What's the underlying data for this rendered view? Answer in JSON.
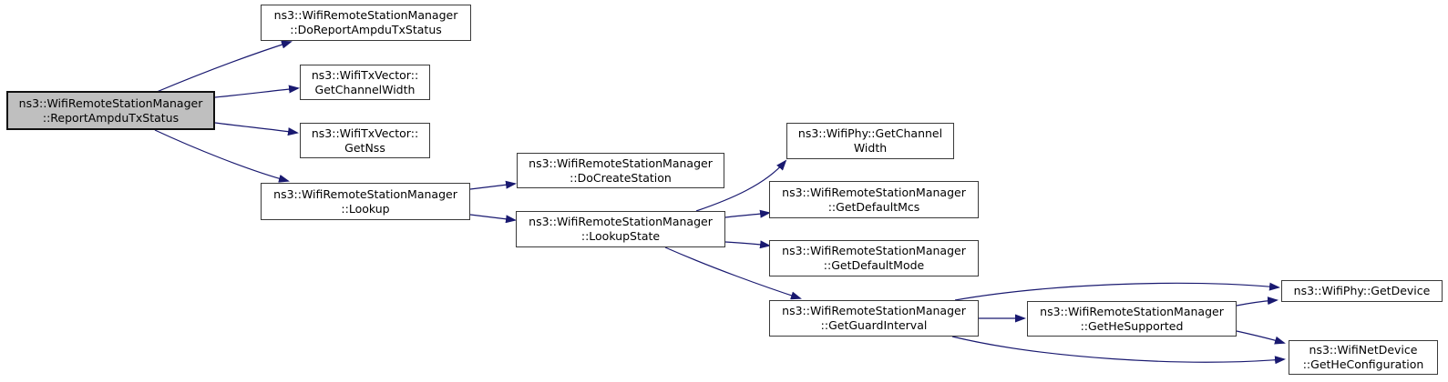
{
  "diagram": {
    "kind": "doxygen-call-graph",
    "root_function": "ns3::WifiRemoteStationManager::ReportAmpduTxStatus",
    "colors": {
      "edge": "#191970",
      "node_background": "#ffffff",
      "node_border": "#3a3a3a",
      "highlight_background": "#bfbfbf",
      "highlight_border": "#101010",
      "text": "#000000",
      "page_background": "#ffffff"
    },
    "nodes": [
      {
        "id": "ReportAmpduTxStatus",
        "label_lines": [
          "ns3::WifiRemoteStationManager",
          "::ReportAmpduTxStatus"
        ],
        "highlight": true
      },
      {
        "id": "DoReportAmpduTxStatus",
        "label_lines": [
          "ns3::WifiRemoteStationManager",
          "::DoReportAmpduTxStatus"
        ],
        "highlight": false
      },
      {
        "id": "WifiTxVector_GetChannelWidth",
        "label_lines": [
          "ns3::WifiTxVector::",
          "GetChannelWidth"
        ],
        "highlight": false
      },
      {
        "id": "WifiTxVector_GetNss",
        "label_lines": [
          "ns3::WifiTxVector::",
          "GetNss"
        ],
        "highlight": false
      },
      {
        "id": "Lookup",
        "label_lines": [
          "ns3::WifiRemoteStationManager",
          "::Lookup"
        ],
        "highlight": false
      },
      {
        "id": "DoCreateStation",
        "label_lines": [
          "ns3::WifiRemoteStationManager",
          "::DoCreateStation"
        ],
        "highlight": false
      },
      {
        "id": "LookupState",
        "label_lines": [
          "ns3::WifiRemoteStationManager",
          "::LookupState"
        ],
        "highlight": false
      },
      {
        "id": "WifiPhy_GetChannelWidth",
        "label_lines": [
          "ns3::WifiPhy::GetChannel",
          "Width"
        ],
        "highlight": false
      },
      {
        "id": "GetDefaultMcs",
        "label_lines": [
          "ns3::WifiRemoteStationManager",
          "::GetDefaultMcs"
        ],
        "highlight": false
      },
      {
        "id": "GetDefaultMode",
        "label_lines": [
          "ns3::WifiRemoteStationManager",
          "::GetDefaultMode"
        ],
        "highlight": false
      },
      {
        "id": "GetGuardInterval",
        "label_lines": [
          "ns3::WifiRemoteStationManager",
          "::GetGuardInterval"
        ],
        "highlight": false
      },
      {
        "id": "GetHeSupported",
        "label_lines": [
          "ns3::WifiRemoteStationManager",
          "::GetHeSupported"
        ],
        "highlight": false
      },
      {
        "id": "WifiPhy_GetDevice",
        "label_lines": [
          "ns3::WifiPhy::GetDevice"
        ],
        "highlight": false
      },
      {
        "id": "WifiNetDevice_GetHeConfiguration",
        "label_lines": [
          "ns3::WifiNetDevice",
          "::GetHeConfiguration"
        ],
        "highlight": false
      }
    ],
    "edges": [
      {
        "from": "ReportAmpduTxStatus",
        "to": "DoReportAmpduTxStatus"
      },
      {
        "from": "ReportAmpduTxStatus",
        "to": "WifiTxVector_GetChannelWidth"
      },
      {
        "from": "ReportAmpduTxStatus",
        "to": "WifiTxVector_GetNss"
      },
      {
        "from": "ReportAmpduTxStatus",
        "to": "Lookup"
      },
      {
        "from": "Lookup",
        "to": "DoCreateStation"
      },
      {
        "from": "Lookup",
        "to": "LookupState"
      },
      {
        "from": "LookupState",
        "to": "WifiPhy_GetChannelWidth"
      },
      {
        "from": "LookupState",
        "to": "GetDefaultMcs"
      },
      {
        "from": "LookupState",
        "to": "GetDefaultMode"
      },
      {
        "from": "LookupState",
        "to": "GetGuardInterval"
      },
      {
        "from": "GetGuardInterval",
        "to": "GetHeSupported"
      },
      {
        "from": "GetGuardInterval",
        "to": "WifiPhy_GetDevice"
      },
      {
        "from": "GetGuardInterval",
        "to": "WifiNetDevice_GetHeConfiguration"
      },
      {
        "from": "GetHeSupported",
        "to": "WifiPhy_GetDevice"
      },
      {
        "from": "GetHeSupported",
        "to": "WifiNetDevice_GetHeConfiguration"
      }
    ]
  }
}
